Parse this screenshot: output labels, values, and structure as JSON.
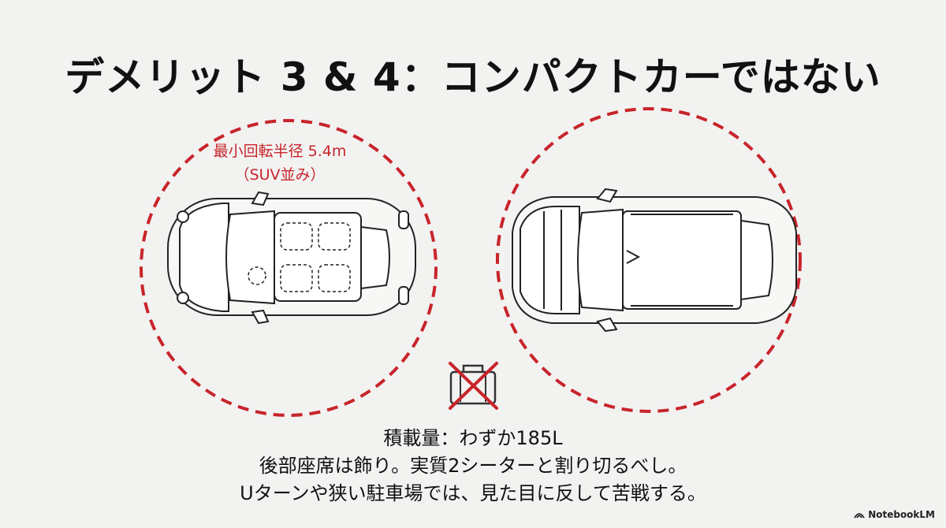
{
  "title": "デメリット 3 & 4：コンパクトカーではない",
  "turning_radius": {
    "line1": "最小回転半径 5.4m",
    "line2": "（SUV並み）"
  },
  "caption": {
    "line1": "積載量：わずか185L",
    "line2": "後部座席は飾り。実質2シーターと割り切るべし。",
    "line3": "Uターンや狭い駐車場では、見た目に反して苦戦する。"
  },
  "brand": "NotebookLM",
  "colors": {
    "accent_red": "#c8242b",
    "background": "#f2f2f1",
    "text": "#111111"
  },
  "icons": [
    "small-car-topview",
    "suv-topview",
    "suitcase-crossed-icon",
    "notebooklm-logo-icon"
  ]
}
